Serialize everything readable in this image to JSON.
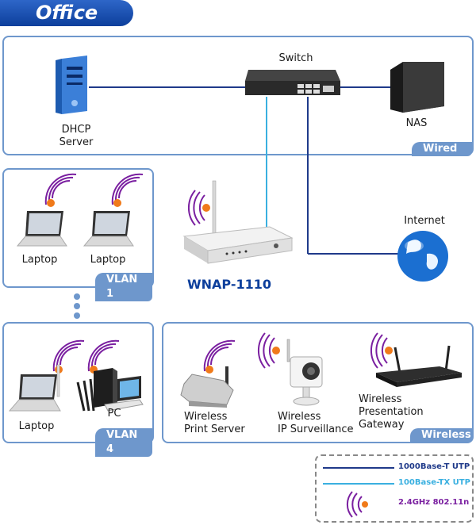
{
  "title": "Office",
  "labels": {
    "switch": "Switch",
    "dhcp_line1": "DHCP",
    "dhcp_line2": "Server",
    "nas": "NAS",
    "internet": "Internet",
    "laptop_a": "Laptop",
    "laptop_b": "Laptop",
    "laptop_c": "Laptop",
    "pc": "PC",
    "model": "WNAP-1110",
    "print_line1": "Wireless",
    "print_line2": "Print Server",
    "ipcam_line1": "Wireless",
    "ipcam_line2": "IP Surveillance",
    "gateway_line1": "Wireless",
    "gateway_line2": "Presentation Gateway"
  },
  "panels": {
    "wired": "Wired",
    "vlan1": "VLAN 1",
    "vlan4": "VLAN 4",
    "wireless": "Wireless"
  },
  "legend": {
    "item1": {
      "text": "1000Base-T UTP",
      "color": "#1f3a8a"
    },
    "item2": {
      "text": "100Base-TX UTP",
      "color": "#3ab0e0"
    },
    "item3": {
      "text": "2.4GHz 802.11n",
      "color": "#7a1fa0"
    }
  },
  "colors": {
    "accent": "#6e97cc",
    "wifi": "#7a1fa0",
    "badge": "#f07a1a"
  },
  "icons": [
    "server-icon",
    "switch-icon",
    "nas-icon",
    "globe-icon",
    "laptop-icon",
    "pc-icon",
    "router-icon",
    "print-server-icon",
    "ip-camera-icon",
    "gateway-icon",
    "wifi-signal-icon"
  ]
}
